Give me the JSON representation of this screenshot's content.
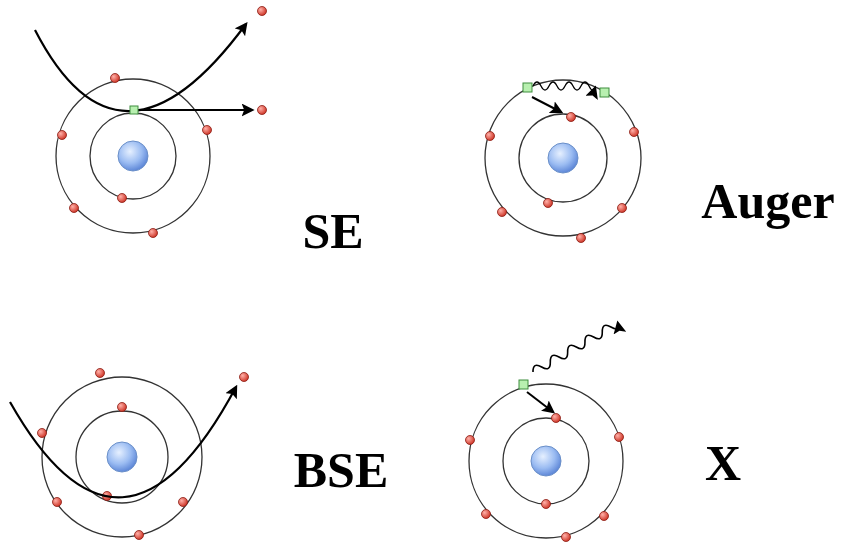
{
  "diagram": {
    "labels": [
      "SE",
      "Auger",
      "BSE",
      "X"
    ]
  }
}
